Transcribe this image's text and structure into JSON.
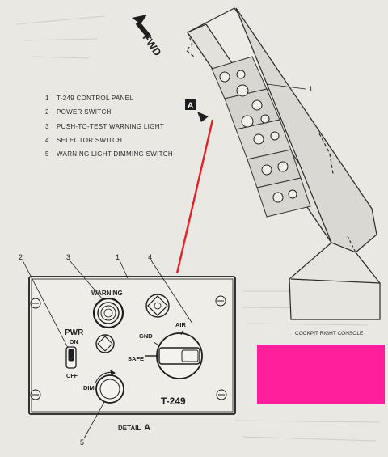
{
  "legend": [
    {
      "num": "1",
      "label": "T-249 CONTROL PANEL"
    },
    {
      "num": "2",
      "label": "POWER SWITCH"
    },
    {
      "num": "3",
      "label": "PUSH-TO-TEST WARNING LIGHT"
    },
    {
      "num": "4",
      "label": "SELECTOR SWITCH"
    },
    {
      "num": "5",
      "label": "WARNING LIGHT DIMMING SWITCH"
    }
  ],
  "labels": {
    "fwd": "FWD",
    "view_marker": "A",
    "console_caption": "COCKPIT RIGHT CONSOLE",
    "detail_caption": "DETAIL",
    "detail_letter": "A",
    "console_callout": "1",
    "warning": "WARNING",
    "pwr": "PWR",
    "on": "ON",
    "off": "OFF",
    "gnd": "GND",
    "air": "AIR",
    "safe": "SAFE",
    "dim": "DIM",
    "panel_id": "T-249",
    "callout_1": "1",
    "callout_2": "2",
    "callout_3": "3",
    "callout_4": "4",
    "callout_5": "5"
  },
  "colors": {
    "paper": "#e9e8e3",
    "ink": "#1e1e1e",
    "leader_red": "#e41f26",
    "redaction": "#ff1f9c"
  }
}
